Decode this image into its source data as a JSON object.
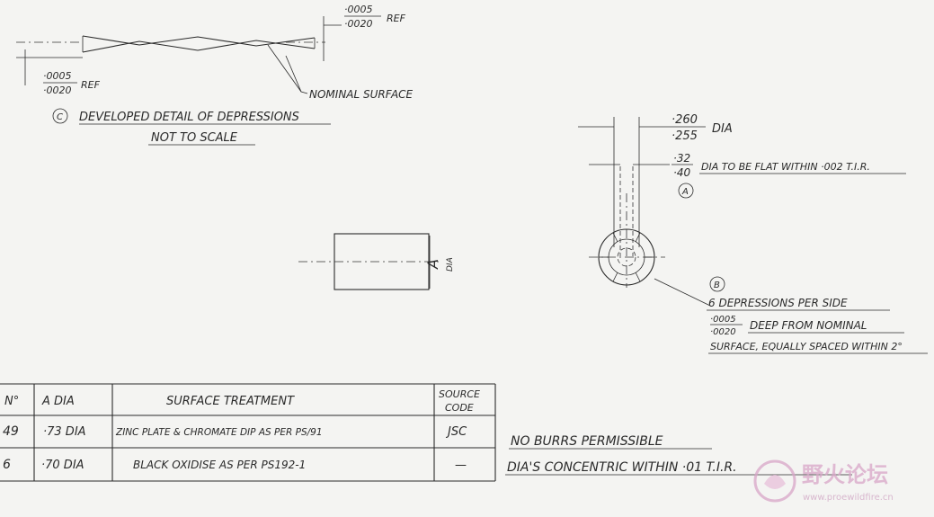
{
  "detail_c": {
    "tol_top_a": "·0005",
    "tol_top_b": "·0020",
    "ref_top": "REF",
    "tol_left_a": "·0005",
    "tol_left_b": "·0020",
    "ref_left": "REF",
    "nominal_surface": "NOMINAL SURFACE",
    "callout": "C",
    "title": "DEVELOPED DETAIL OF DEPRESSIONS",
    "subtitle": "NOT TO SCALE"
  },
  "side_view": {
    "dim_letter": "A",
    "dim_suffix": "DIA"
  },
  "end_view": {
    "dia_a": "·260",
    "dia_b": "·255",
    "dia_label": "DIA",
    "flat_a": "·32",
    "flat_b": "·40",
    "flat_note": "DIA TO BE FLAT WITHIN ·002 T.I.R.",
    "callout_a": "A",
    "callout_b": "B",
    "depr_line1": "6 DEPRESSIONS PER SIDE",
    "depr_tol_a": "·0005",
    "depr_tol_b": "·0020",
    "depr_line2": "DEEP FROM NOMINAL",
    "depr_line3": "SURFACE, EQUALLY SPACED WITHIN 2°"
  },
  "table": {
    "headers": [
      "N°",
      "A DIA",
      "SURFACE TREATMENT",
      "SOURCE",
      "CODE"
    ],
    "rows": [
      {
        "no": "49",
        "dia": "·73 DIA",
        "treatment": "ZINC PLATE & CHROMATE DIP AS PER PS/91",
        "code": "JSC"
      },
      {
        "no": "6",
        "dia": "·70 DIA",
        "treatment": "BLACK OXIDISE AS PER PS192-1",
        "code": "—"
      }
    ]
  },
  "notes": {
    "line1": "NO BURRS PERMISSIBLE",
    "line2": "DIA'S CONCENTRIC WITHIN ·01 T.I.R."
  },
  "watermark": {
    "brand": "野火论坛",
    "url": "www.proewildfire.cn"
  }
}
